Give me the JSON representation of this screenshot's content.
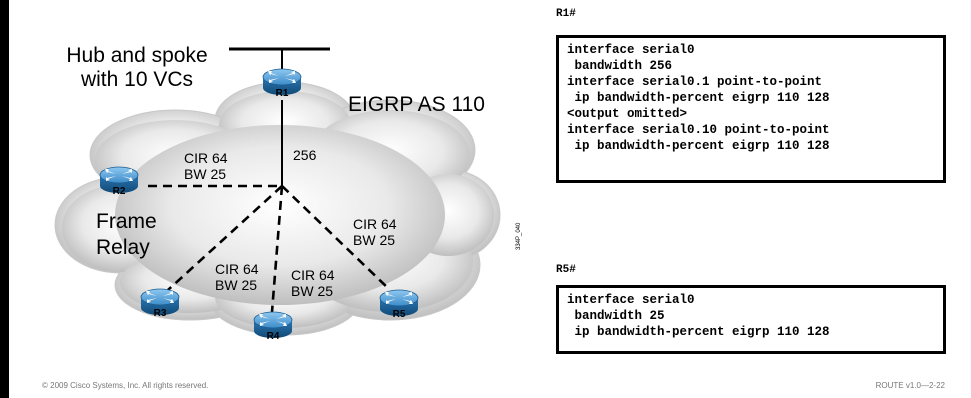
{
  "diagram": {
    "hub_text_line1": "Hub and spoke",
    "hub_text_line2": "with 10 VCs",
    "eigrp_label": "EIGRP AS 110",
    "cloud_label_line1": "Frame",
    "cloud_label_line2": "Relay",
    "routers": {
      "r1": "R1",
      "r2": "R2",
      "r3": "R3",
      "r4": "R4",
      "r5": "R5"
    },
    "links": {
      "r1": {
        "bw": "256"
      },
      "r2": {
        "cir": "CIR 64",
        "bw": "BW 25"
      },
      "r3": {
        "cir": "CIR 64",
        "bw": "BW 25"
      },
      "r4": {
        "cir": "CIR 64",
        "bw": "BW 25"
      },
      "r5": {
        "cir": "CIR 64",
        "bw": "BW 25"
      }
    },
    "figure_id": "334P_040"
  },
  "r1_config": {
    "prompt": "R1#",
    "lines": [
      "interface serial0",
      " bandwidth 256",
      "interface serial0.1 point-to-point",
      " ip bandwidth-percent eigrp 110 128",
      "<output omitted>",
      "interface serial0.10 point-to-point",
      " ip bandwidth-percent eigrp 110 128"
    ]
  },
  "r5_config": {
    "prompt": "R5#",
    "lines": [
      "interface serial0",
      " bandwidth 25",
      " ip bandwidth-percent eigrp 110 128"
    ]
  },
  "footer": {
    "copyright": "© 2009 Cisco Systems, Inc. All rights reserved.",
    "slide_id": "ROUTE v1.0—2-22"
  },
  "colors": {
    "cloud_light": "#ffffff",
    "cloud_dark": "#b9b9b9",
    "router_light": "#6fb3e6",
    "router_dark": "#1a5f94"
  }
}
